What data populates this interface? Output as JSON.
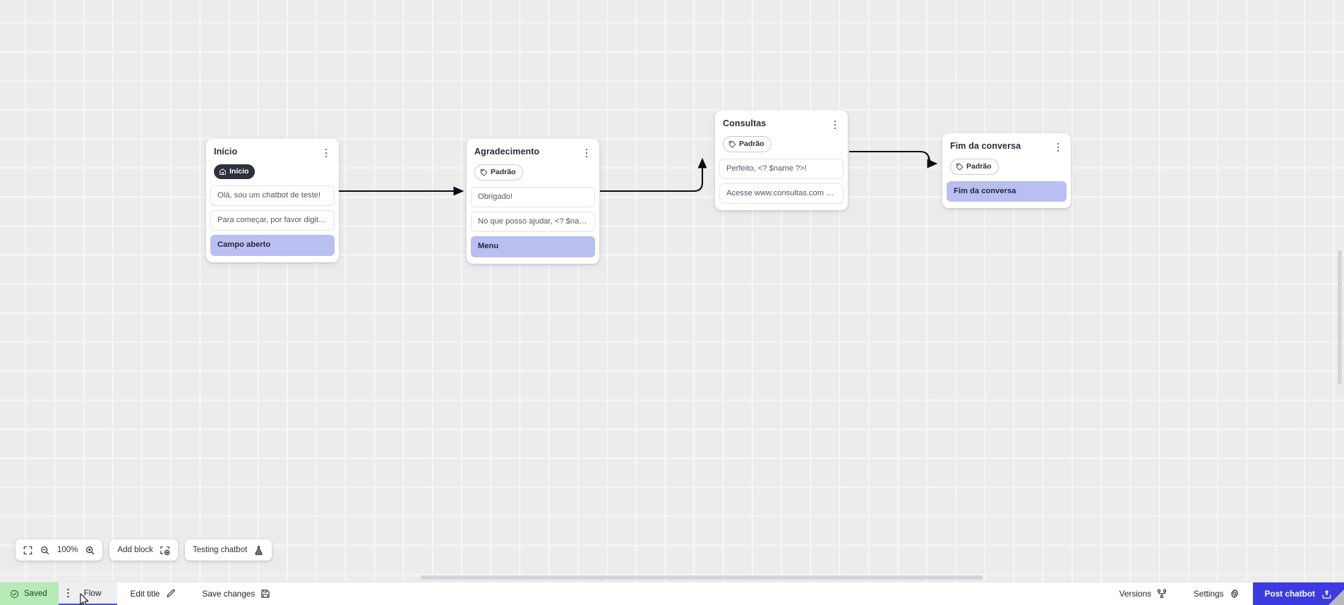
{
  "canvas": {
    "background_color": "#ececed",
    "grid_line_color": "#f7f7f8"
  },
  "nodes": [
    {
      "id": "inicio",
      "title": "Início",
      "badge": {
        "label": "Início",
        "icon": "home-icon",
        "style": "dark"
      },
      "rows": [
        {
          "text": "Olá, sou um chatbot de teste!",
          "type": "message"
        },
        {
          "text": "Para começar, por favor digite o ...",
          "type": "message"
        },
        {
          "text": "Campo aberto",
          "type": "action"
        }
      ]
    },
    {
      "id": "agradecimento",
      "title": "Agradecimento",
      "badge": {
        "label": "Padrão",
        "icon": "tag-icon",
        "style": "outline"
      },
      "rows": [
        {
          "text": "Obrigado!",
          "type": "message"
        },
        {
          "text": "No que posso ajudar, <? $name ...",
          "type": "message"
        },
        {
          "text": "Menu",
          "type": "action"
        }
      ]
    },
    {
      "id": "consultas",
      "title": "Consultas",
      "badge": {
        "label": "Padrão",
        "icon": "tag-icon",
        "style": "outline"
      },
      "rows": [
        {
          "text": "Perfeito, <? $name ?>!",
          "type": "message"
        },
        {
          "text": "Acesse www.consultas.com par...",
          "type": "message"
        }
      ]
    },
    {
      "id": "fim-da-conversa",
      "title": "Fim da conversa",
      "badge": {
        "label": "Padrão",
        "icon": "tag-icon",
        "style": "outline"
      },
      "rows": [
        {
          "text": "Fim da conversa",
          "type": "action"
        }
      ]
    }
  ],
  "connections": [
    {
      "from": "inicio",
      "to": "agradecimento"
    },
    {
      "from": "agradecimento",
      "to": "consultas"
    },
    {
      "from": "consultas",
      "to": "fim-da-conversa"
    }
  ],
  "float_toolbar": {
    "fit_icon": "fit-screen-icon",
    "zoom_out_icon": "zoom-out-icon",
    "zoom_level": "100%",
    "zoom_in_icon": "zoom-in-icon",
    "add_block_label": "Add block",
    "add_block_icon": "add-block-icon",
    "testing_label": "Testing chatbot",
    "testing_icon": "flask-icon"
  },
  "bottom_bar": {
    "saved_label": "Saved",
    "saved_icon": "check-circle-icon",
    "saved_bg": "#b6eab7",
    "flow_tab_label": "Flow",
    "flow_tab_active": true,
    "drag_handle_icon": "drag-dots-icon",
    "edit_title_label": "Edit title",
    "edit_title_icon": "pencil-icon",
    "save_changes_label": "Save changes",
    "save_changes_icon": "floppy-disk-icon",
    "versions_label": "Versions",
    "versions_icon": "branch-icon",
    "settings_label": "Settings",
    "settings_icon": "gear-icon",
    "post_label": "Post chatbot",
    "post_icon": "upload-icon",
    "post_bg": "#3b3ce0",
    "accent_color": "#4a4ddb"
  }
}
